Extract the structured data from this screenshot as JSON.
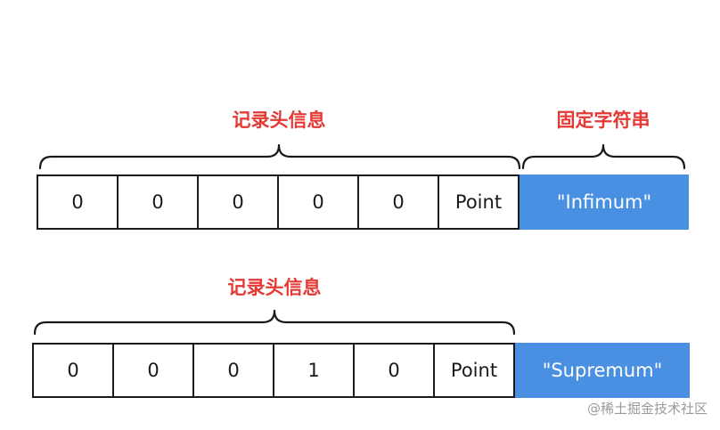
{
  "rows": [
    {
      "header_label": "记录头信息",
      "fixed_label": "固定字符串",
      "cells": [
        "0",
        "0",
        "0",
        "0",
        "0",
        "Point"
      ],
      "fixed_value": "\"Infimum\""
    },
    {
      "header_label": "记录头信息",
      "cells": [
        "0",
        "0",
        "0",
        "1",
        "0",
        "Point"
      ],
      "fixed_value": "\"Supremum\""
    }
  ],
  "colors": {
    "label": "#e53935",
    "fixed_block": "#4a90e2",
    "border": "#1a1a1a"
  },
  "watermark": "@稀土掘金技术社区"
}
